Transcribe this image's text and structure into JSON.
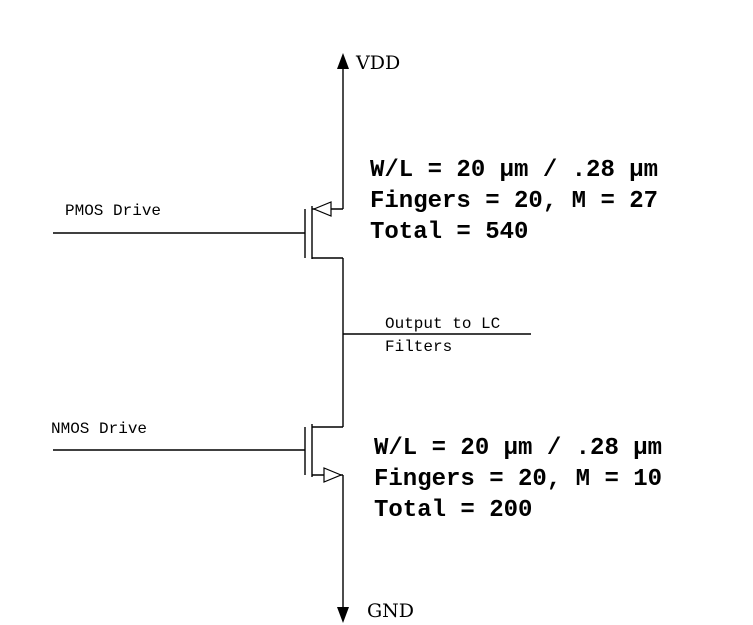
{
  "diagram": {
    "vdd_label": "VDD",
    "gnd_label": "GND",
    "output_label_line1": "Output to LC",
    "output_label_line2": "Filters",
    "pmos": {
      "drive_label": "PMOS Drive",
      "wl": "W/L = 20 µm / .28 µm",
      "fingers": "Fingers = 20, M = 27",
      "total": "Total = 540"
    },
    "nmos": {
      "drive_label": "NMOS Drive",
      "wl": "W/L = 20 µm / .28 µm",
      "fingers": "Fingers = 20, M = 10",
      "total": "Total = 200"
    }
  }
}
